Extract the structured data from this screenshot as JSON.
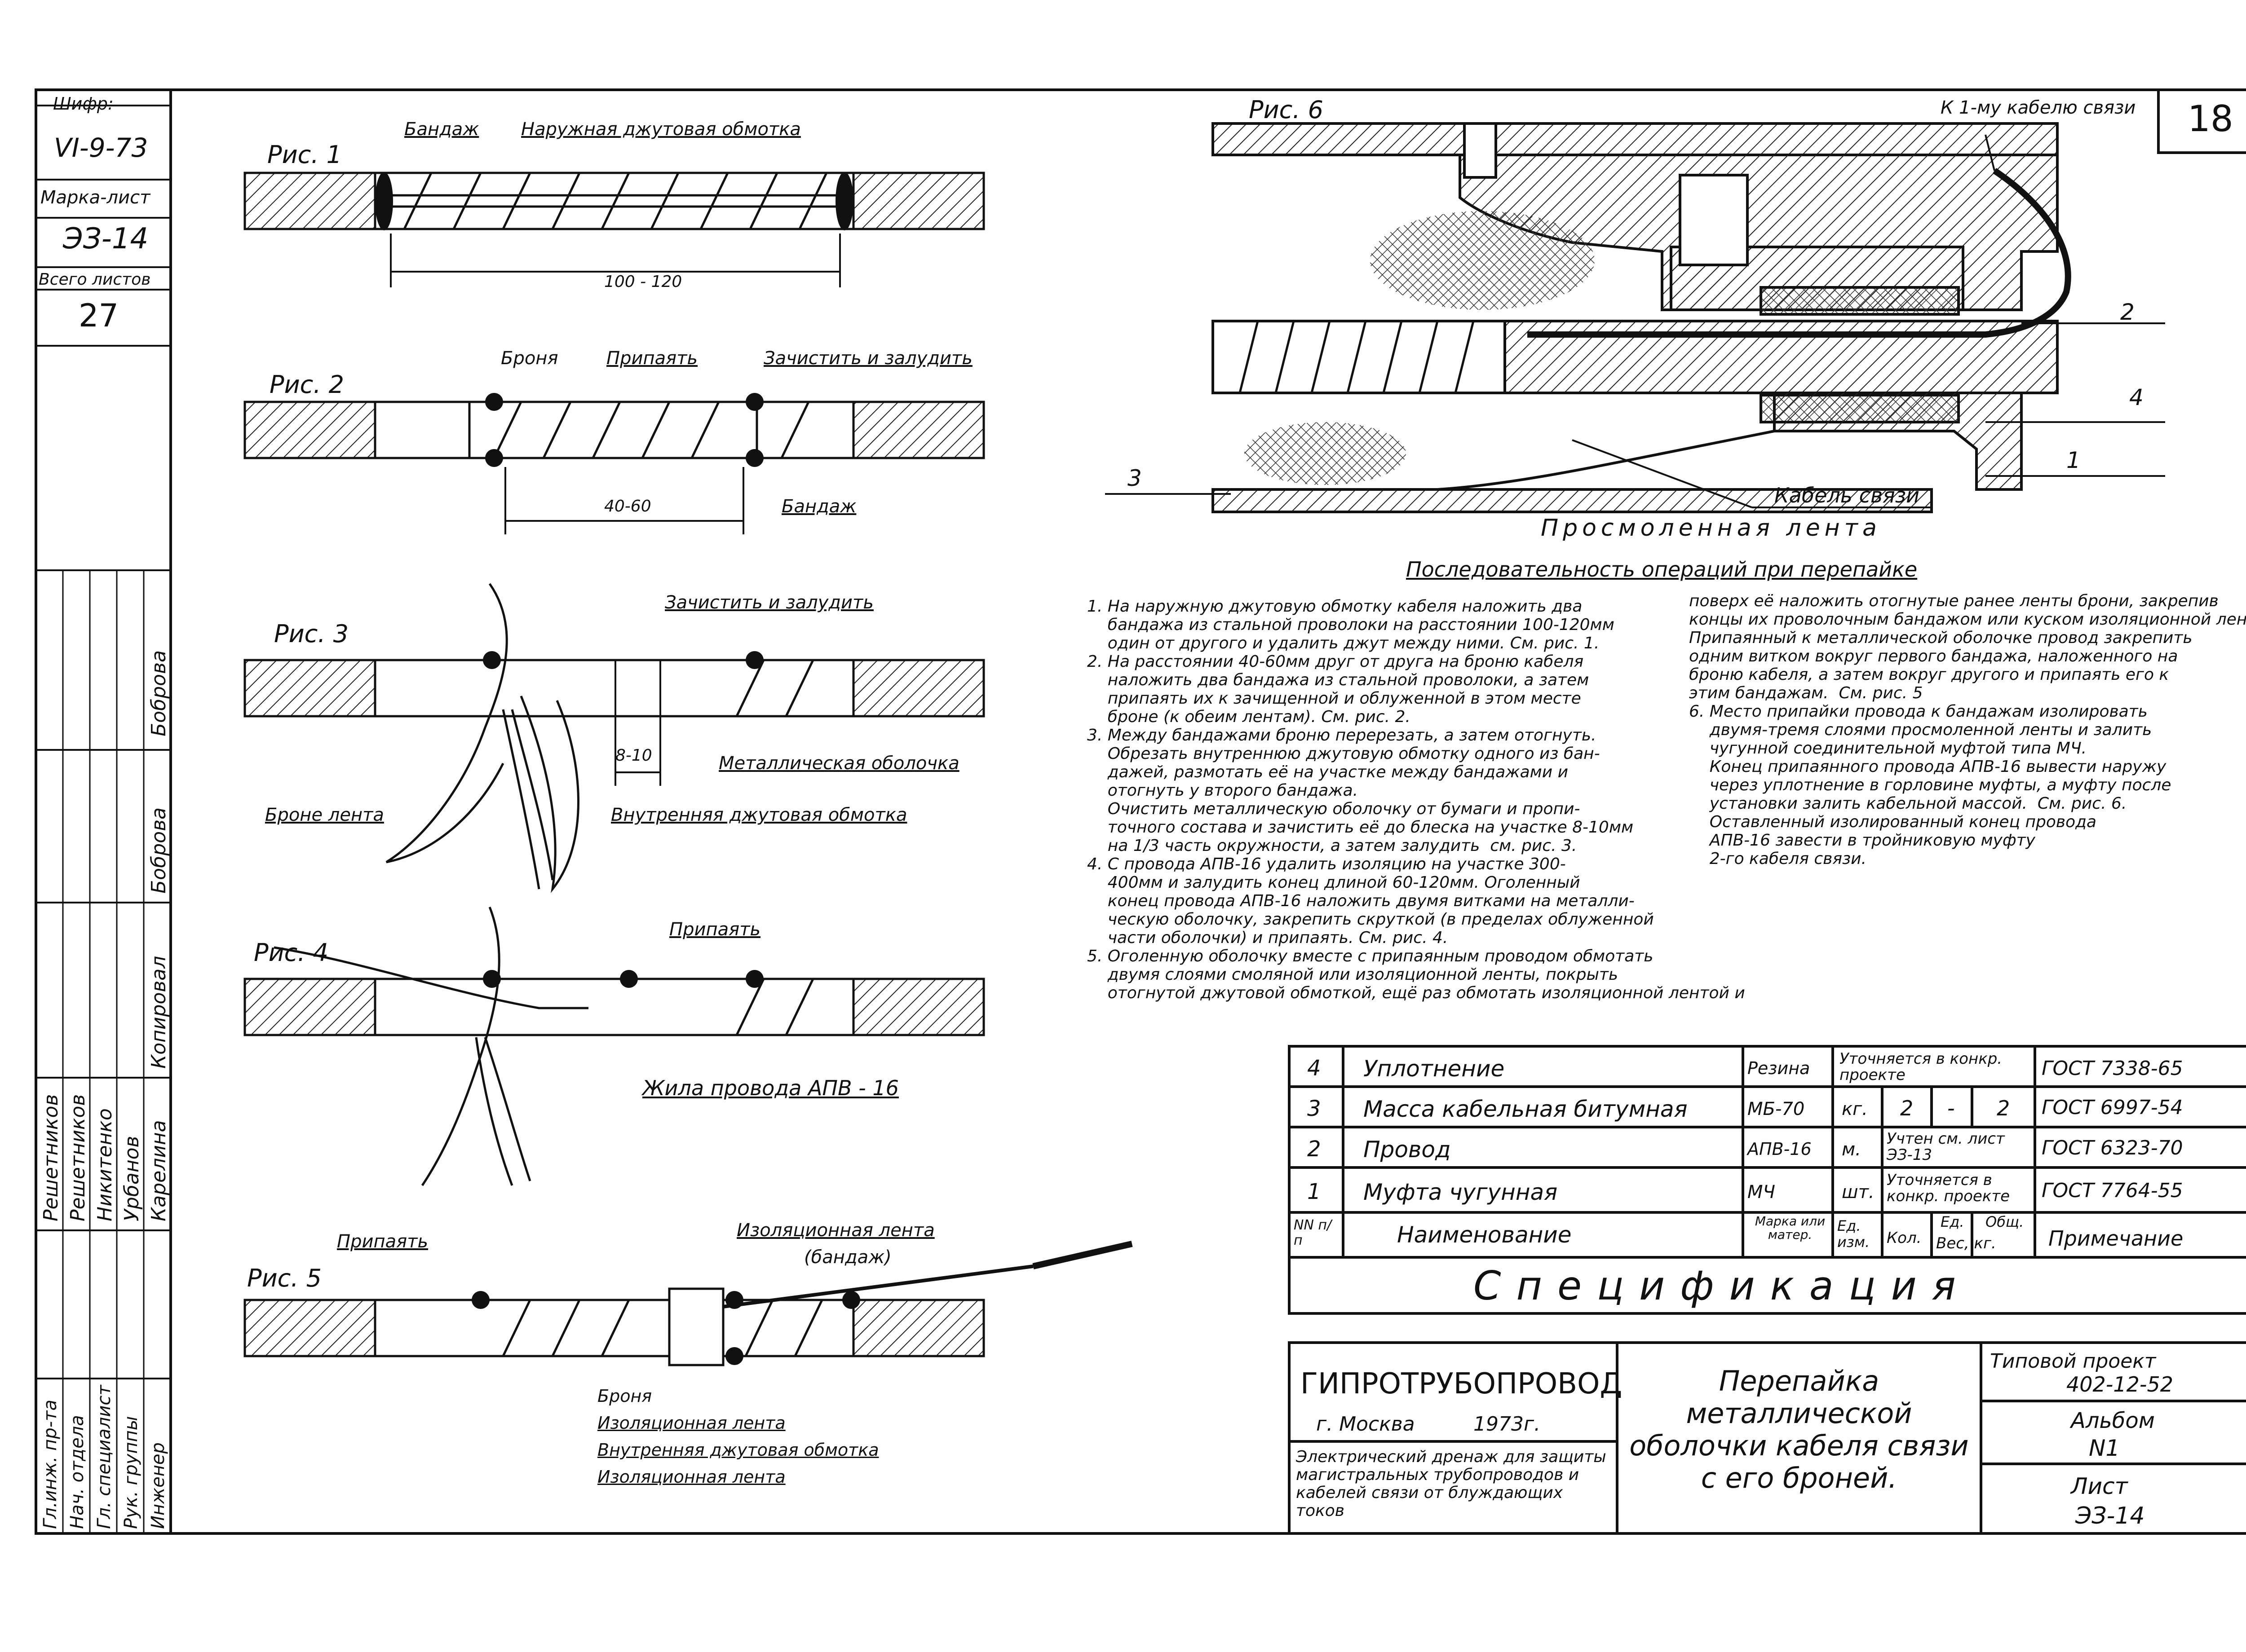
{
  "stamp": {
    "code_label": "Шифр:",
    "code_value": "VI-9-73",
    "mark_label": "Марка-лист",
    "mark_value": "ЭЗ-14",
    "total_label": "Всего листов",
    "total_value": "27"
  },
  "page_number": "18",
  "figures": {
    "fig1": {
      "label": "Рис. 1",
      "bandage": "Бандаж",
      "outer": "Наружная джутовая обмотка",
      "dim": "100 - 120"
    },
    "fig2": {
      "label": "Рис. 2",
      "armor": "Броня",
      "solder": "Припаять",
      "clean": "Зачистить и залудить",
      "bandage": "Бандаж",
      "dim": "40-60"
    },
    "fig3": {
      "label": "Рис. 3",
      "clean": "Зачистить и залудить",
      "dim": "8-10",
      "sheath": "Металлическая оболочка",
      "armor_tape": "Броне лента",
      "inner": "Внутренняя джутовая обмотка"
    },
    "fig4": {
      "label": "Рис. 4",
      "solder": "Припаять",
      "wire": "Жила провода АПВ - 16"
    },
    "fig5": {
      "label": "Рис. 5",
      "solder": "Припаять",
      "tape": "Изоляционная лента",
      "tape_sub": "(бандаж)",
      "l1": "Броня",
      "l2": "Изоляционная лента",
      "l3": "Внутренняя джутовая обмотка",
      "l4": "Изоляционная лента"
    },
    "fig6": {
      "label": "Рис. 6",
      "to_cable": "К 1-му кабелю связи",
      "cable": "Кабель связи",
      "tape": "Просмоленная лента",
      "n1": "1",
      "n2": "2",
      "n3": "3",
      "n4": "4"
    }
  },
  "procedure": {
    "title": "Последовательность операций при перепайке",
    "col1": "1. На наружную джутовую обмотку кабеля наложить два\n    бандажа из стальной проволоки на расстоянии 100-120мм\n    один от другого и удалить джут между ними. См. рис. 1.\n2. На расстоянии 40-60мм друг от друга на броню кабеля\n    наложить два бандажа из стальной проволоки, а затем\n    припаять их к зачищенной и облуженной в этом месте\n    броне (к обеим лентам). См. рис. 2.\n3. Между бандажами броню перерезать, а затем отогнуть.\n    Обрезать внутреннюю джутовую обмотку одного из бан-\n    дажей, размотать её на участке между бандажами и\n    отогнуть у второго бандажа.\n    Очистить металлическую оболочку от бумаги и пропи-\n    точного состава и зачистить её до блеска на участке 8-10мм\n    на 1/3 часть окружности, а затем залудить  см. рис. 3.\n4. С провода АПВ-16 удалить изоляцию на участке 300-\n    400мм и залудить конец длиной 60-120мм. Оголенный\n    конец провода АПВ-16 наложить двумя витками на металли-\n    ческую оболочку, закрепить скруткой (в пределах облуженной\n    части оболочки) и припаять. См. рис. 4.\n5. Оголенную оболочку вместе с припаянным проводом обмотать\n    двумя слоями смоляной или изоляционной ленты, покрыть\n    отогнутой джутовой обмоткой, ещё раз обмотать изоляционной лентой и",
    "col2": "поверх её наложить отогнутые ранее ленты брони, закрепив\nконцы их проволочным бандажом или куском изоляционной ленты.\nПрипаянный к металлической оболочке провод закрепить\nодним витком вокруг первого бандажа, наложенного на\nброню кабеля, а затем вокруг другого и припаять его к\nэтим бандажам.  См. рис. 5\n6. Место припайки провода к бандажам изолировать\n    двумя-тремя слоями просмоленной ленты и залить\n    чугунной соединительной муфтой типа МЧ.\n    Конец припаянного провода АПВ-16 вывести наружу\n    через уплотнение в горловине муфты, а муфту после\n    установки залить кабельной массой.  См. рис. 6.\n    Оставленный изолированный конец провода\n    АПВ-16 завести в тройниковую муфту\n    2-го кабеля связи."
  },
  "specification": {
    "title": "Спецификация",
    "header": {
      "nn": "NN п/п",
      "name": "Наименование",
      "mark": "Марка или матер.",
      "unit": "Ед. изм.",
      "qty": "Кол.",
      "w1": "Ед.",
      "w2": "Общ.",
      "weight": "Вес, кг.",
      "note": "Примечание"
    },
    "rows": [
      {
        "n": "4",
        "name": "Уплотнение",
        "mark": "Резина",
        "unit": "Уточняется в конкр. проекте",
        "qty": "",
        "w1": "",
        "w2": "",
        "note": "ГОСТ 7338-65"
      },
      {
        "n": "3",
        "name": "Масса кабельная битумная",
        "mark": "МБ-70",
        "unit": "кг.",
        "qty": "2",
        "w1": "-",
        "w2": "2",
        "note": "ГОСТ 6997-54"
      },
      {
        "n": "2",
        "name": "Провод",
        "mark": "АПВ-16",
        "unit": "м.",
        "qty": "Учтен см. лист ЭЗ-13",
        "w1": "",
        "w2": "",
        "note": "ГОСТ 6323-70"
      },
      {
        "n": "1",
        "name": "Муфта чугунная",
        "mark": "МЧ",
        "unit": "шт.",
        "qty": "Уточняется в конкр. проекте",
        "w1": "",
        "w2": "",
        "note": "ГОСТ 7764-55"
      }
    ]
  },
  "title_block": {
    "org": "ГИПРОТРУБОПРОВОД",
    "city": "г.  Москва",
    "year": "1973г.",
    "subject": "Электрический дренаж для защиты магистральных трубопроводов и кабелей связи от блуждающих токов",
    "title": "Перепайка металлической оболочки кабеля связи с его броней.",
    "project_label": "Типовой проект",
    "project_value": "402-12-52",
    "album_label": "Альбом",
    "album_value": "N1",
    "sheet_label": "Лист",
    "sheet_value": "ЭЗ-14"
  },
  "signatures": {
    "roles": [
      "Гл.инж. пр-та",
      "Нач. отдела",
      "Гл. специалист",
      "Рук. группы",
      "Инженер"
    ],
    "names": [
      "Решетников",
      "Решетников",
      "Никитенко",
      "Урбанов",
      "Карелина"
    ],
    "side": [
      "Копировал",
      "Боброва",
      "Боброва"
    ]
  }
}
